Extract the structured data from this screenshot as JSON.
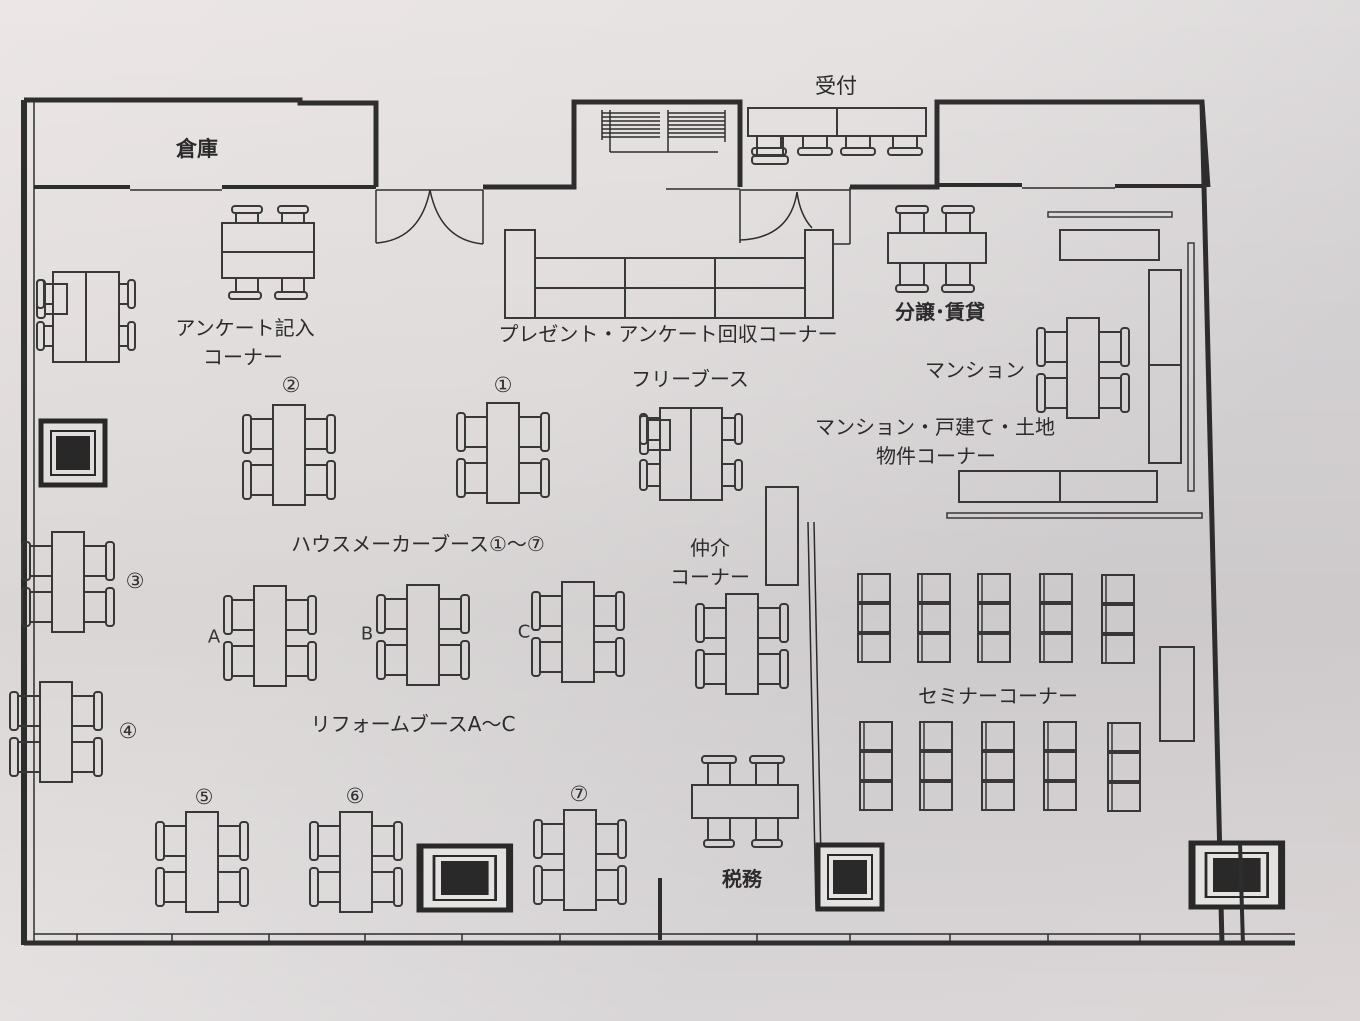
{
  "floor_plan": {
    "rooms": {
      "storage": "倉庫",
      "reception": "受付"
    },
    "areas": {
      "survey_entry": [
        "アンケート記入",
        "コーナー"
      ],
      "present_collection": "プレゼント・アンケート回収コーナー",
      "sale_rent": "分譲･賃貸",
      "mansion": "マンション",
      "property_corner": [
        "マンション・戸建て・土地",
        "物件コーナー"
      ],
      "free_booth": "フリーブース",
      "brokerage": [
        "仲介",
        "コーナー"
      ],
      "house_maker_booths": "ハウスメーカーブース①～⑦",
      "reform_booths": "リフォームブースA～C",
      "seminar": "セミナーコーナー",
      "tax": "税務"
    },
    "booth_numbers": [
      "①",
      "②",
      "③",
      "④",
      "⑤",
      "⑥",
      "⑦"
    ],
    "booth_letters": [
      "A",
      "B",
      "C"
    ],
    "colors": {
      "line": "#3a3a3a",
      "wall": "#2e2e2e",
      "pillar": "#2a2a2a",
      "paper": "#e8e4e4"
    }
  }
}
